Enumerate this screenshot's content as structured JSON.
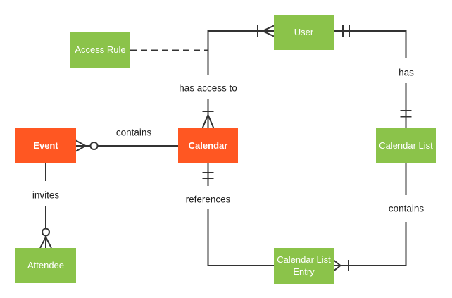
{
  "diagram": {
    "type": "entity-relationship",
    "background": "#ffffff",
    "colors": {
      "entity_green": "#8bc34a",
      "entity_orange": "#ff5722",
      "line": "#333333",
      "label_text": "#1f1f1f",
      "entity_text": "#ffffff"
    },
    "entities": [
      {
        "name": "Access Rule",
        "color": "green"
      },
      {
        "name": "User",
        "color": "green"
      },
      {
        "name": "Event",
        "color": "orange"
      },
      {
        "name": "Calendar",
        "color": "orange"
      },
      {
        "name": "Calendar List",
        "color": "green"
      },
      {
        "name": "Attendee",
        "color": "green"
      },
      {
        "name": "Calendar List Entry",
        "color": "green"
      }
    ],
    "relationships": [
      {
        "label": "contains",
        "from": "Calendar",
        "to": "Event",
        "style": "solid",
        "marker_at_event": "zero-or-many (ring + crow-foot)"
      },
      {
        "label": "has access to",
        "from": "User",
        "to": "Calendar",
        "style": "solid",
        "marker_at_user": "one-or-many (tick + crow-foot)",
        "marker_at_calendar": "one-or-many (tick + crow-foot)"
      },
      {
        "label": "has",
        "from": "User",
        "to": "Calendar List",
        "style": "solid",
        "marker_at_user": "one-and-only-one (double tick)",
        "marker_at_calendar_list": "one-and-only-one (double tick)"
      },
      {
        "label": "references",
        "from": "Calendar",
        "to": "Calendar List Entry",
        "style": "solid",
        "marker_at_calendar": "one-and-only-one (double tick)"
      },
      {
        "label": "contains",
        "from": "Calendar List",
        "to": "Calendar List Entry",
        "style": "solid",
        "marker_at_calendar_list_entry": "one-or-many (crow-foot + tick)"
      },
      {
        "label": "invites",
        "from": "Event",
        "to": "Attendee",
        "style": "solid",
        "marker_at_attendee": "zero-or-many (ring + crow-foot)"
      },
      {
        "label": "",
        "from": "Access Rule",
        "to": "has access to",
        "style": "dashed"
      }
    ]
  }
}
